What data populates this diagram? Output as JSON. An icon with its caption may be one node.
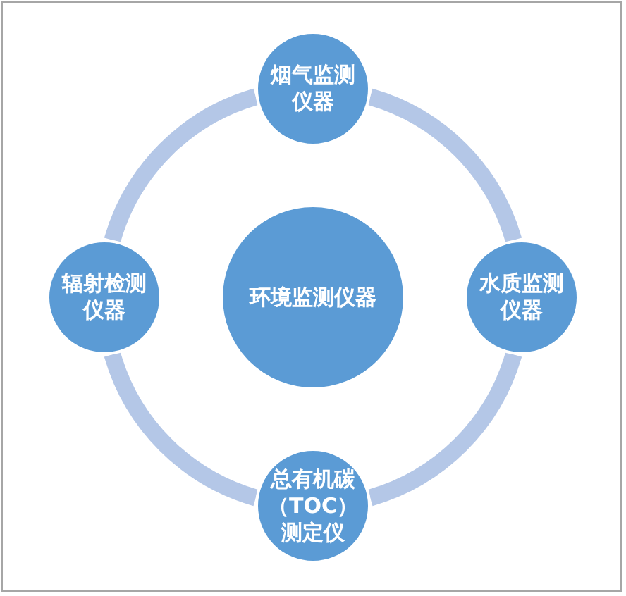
{
  "diagram": {
    "nodes": [
      {
        "text": [
          "环境监测仪器"
        ]
      },
      {
        "text": [
          "烟气监测仪器"
        ]
      },
      {
        "text": [
          "水质监测仪器"
        ]
      },
      {
        "text": [
          "总有机碳（TOC）测定仪"
        ]
      },
      {
        "text": [
          "辐射检测仪器"
        ]
      }
    ],
    "edges": [
      {
        "from": 1,
        "to": 2,
        "arrow": "none"
      },
      {
        "from": 2,
        "to": 3,
        "arrow": "none"
      },
      {
        "from": 3,
        "to": 4,
        "arrow": "none"
      },
      {
        "from": 4,
        "to": 1,
        "arrow": "none"
      }
    ]
  }
}
